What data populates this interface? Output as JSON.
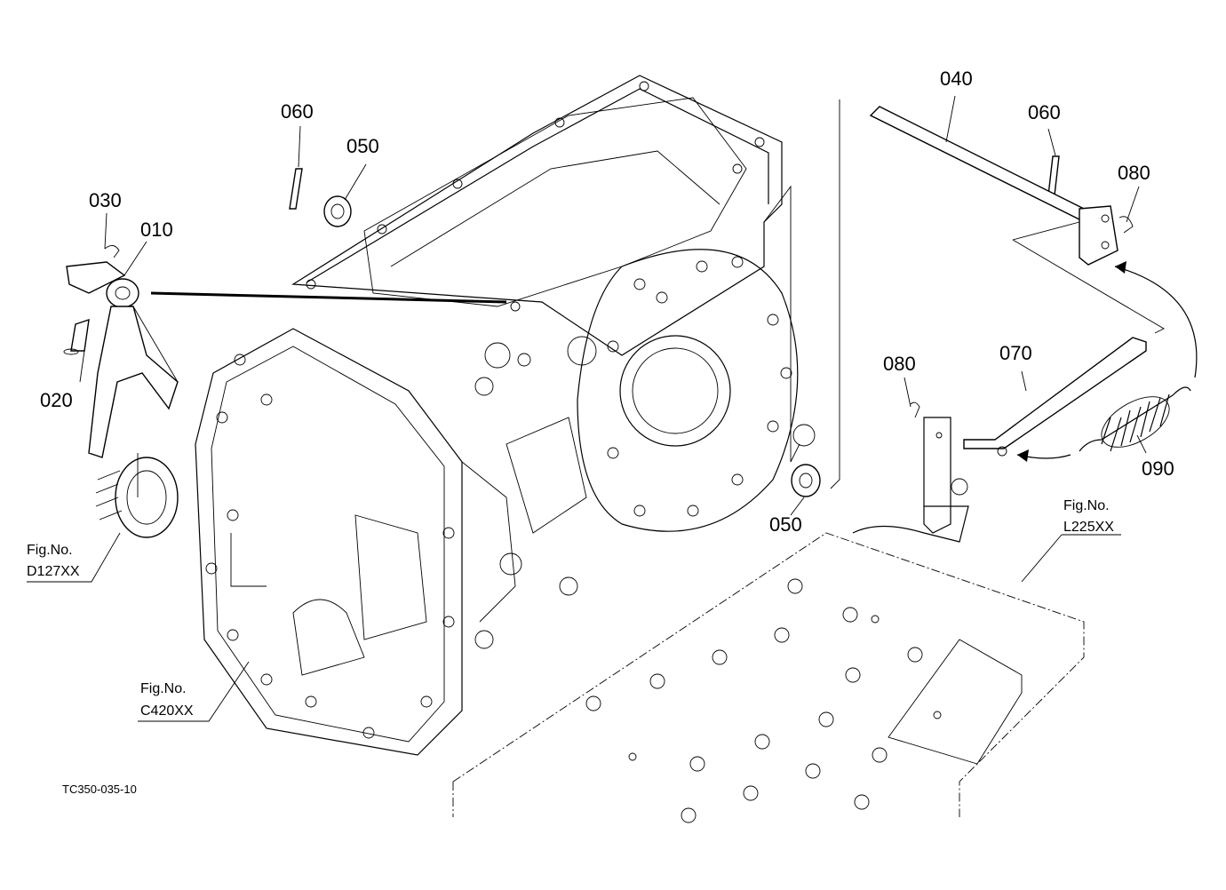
{
  "callouts": {
    "p010": "010",
    "p020": "020",
    "p030": "030",
    "p040": "040",
    "p050_top": "050",
    "p050_bottom": "050",
    "p060_left": "060",
    "p060_right": "060",
    "p070": "070",
    "p080_top": "080",
    "p080_left": "080",
    "p090": "090"
  },
  "figure_refs": {
    "d127": {
      "line1": "Fig.No.",
      "line2": "D127XX"
    },
    "c420": {
      "line1": "Fig.No.",
      "line2": "C420XX"
    },
    "l225": {
      "line1": "Fig.No.",
      "line2": "L225XX"
    }
  },
  "drawing_code": "TC350-035-10"
}
